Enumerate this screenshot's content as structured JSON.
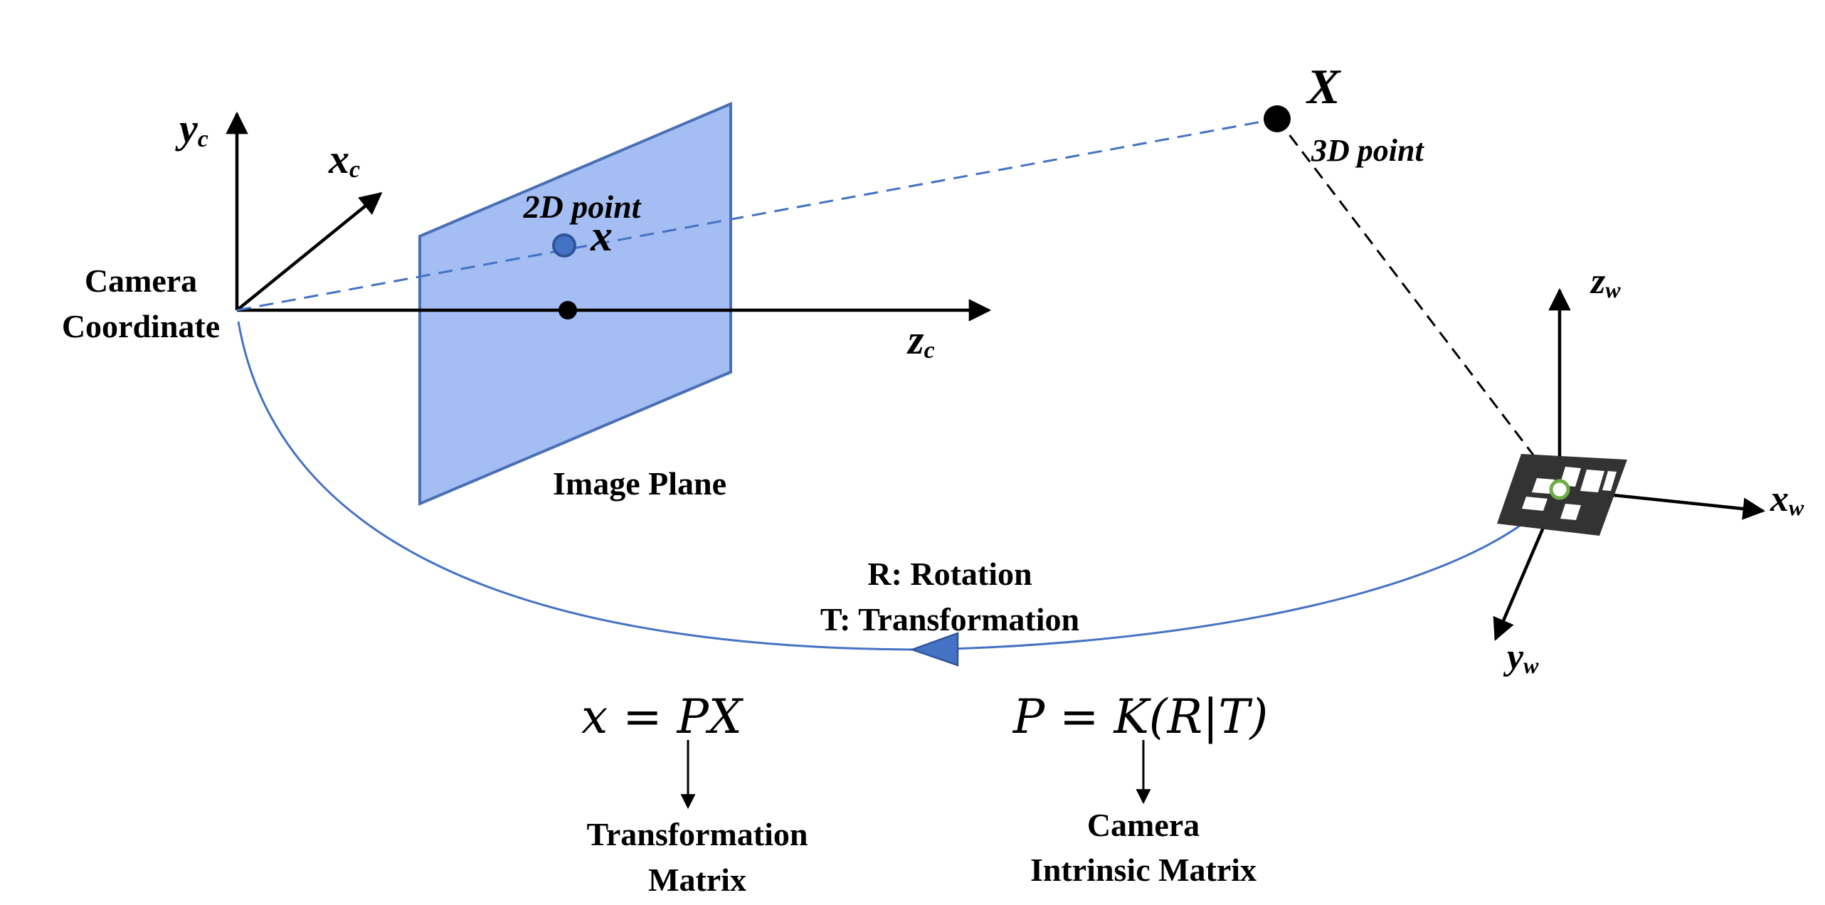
{
  "camera": {
    "label_line1": "Camera",
    "label_line2": "Coordinate",
    "axis_x": "x",
    "axis_x_sub": "c",
    "axis_y": "y",
    "axis_y_sub": "c",
    "axis_z": "z",
    "axis_z_sub": "c"
  },
  "image_plane": {
    "label": "Image Plane",
    "point_label": "2D point",
    "point_symbol": "x"
  },
  "world_point": {
    "symbol": "X",
    "label": "3D point"
  },
  "world": {
    "axis_x": "x",
    "axis_x_sub": "w",
    "axis_y": "y",
    "axis_y_sub": "w",
    "axis_z": "z",
    "axis_z_sub": "w"
  },
  "transform": {
    "rotation": "R: Rotation",
    "translation": "T: Transformation"
  },
  "equations": {
    "projection": "x = PX",
    "projection_caption_line1": "Transformation",
    "projection_caption_line2": "Matrix",
    "matrix": "P = K(R|T)",
    "matrix_caption_line1": "Camera",
    "matrix_caption_line2": "Intrinsic Matrix"
  },
  "colors": {
    "plane_fill": "#a4bdf2",
    "plane_stroke": "#4a6fb5",
    "ray": "#4472c4",
    "marker_dark": "#333333",
    "marker_origin": "#70ad47"
  }
}
